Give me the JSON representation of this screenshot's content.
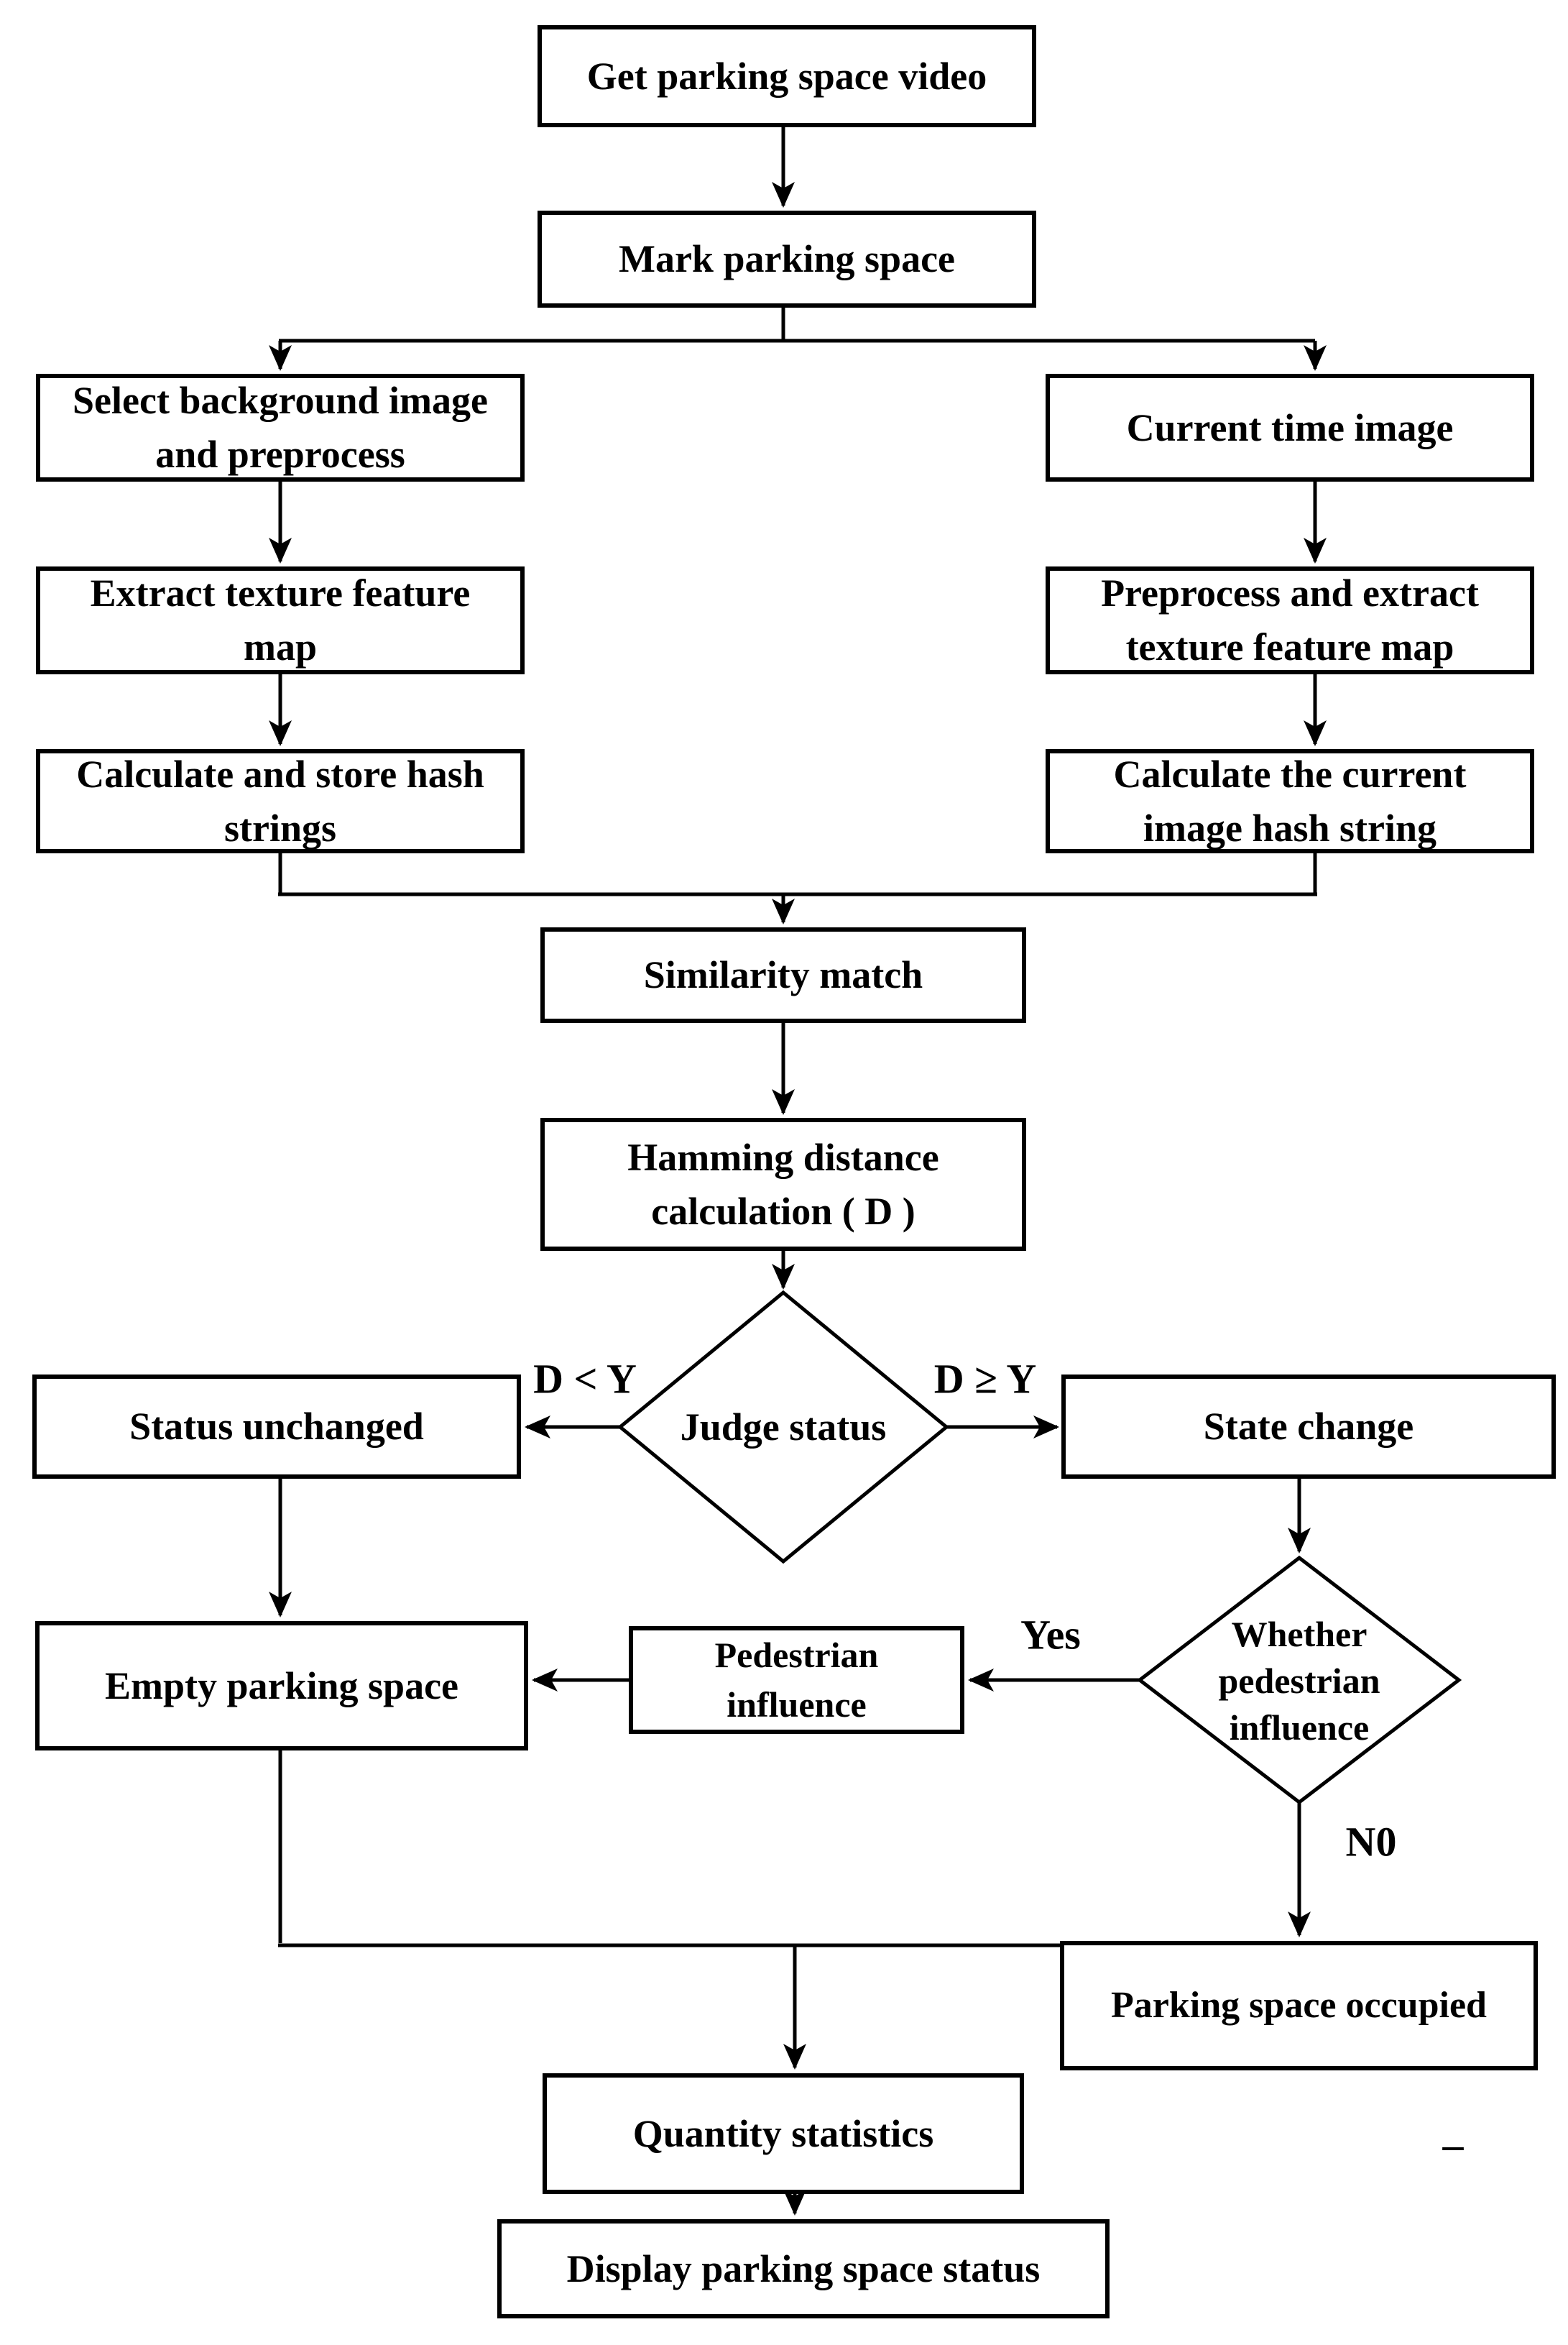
{
  "figure": {
    "background": "#ffffff",
    "line_color": "#000000",
    "node_fill": "#ffffff",
    "nodes": {
      "get_video": {
        "label": "Get parking space video"
      },
      "mark_space": {
        "label": "Mark parking space"
      },
      "select_bg": {
        "label": "Select background image and preprocess"
      },
      "current_img": {
        "label": "Current time image"
      },
      "extract_map": {
        "label": "Extract texture feature map"
      },
      "preprocess_extract": {
        "label": "Preprocess and extract texture feature map"
      },
      "calc_store": {
        "label": "Calculate and store hash strings"
      },
      "calc_current": {
        "label": "Calculate the current image hash string"
      },
      "similarity": {
        "label": "Similarity match"
      },
      "hamming": {
        "label": "Hamming distance calculation ( D )"
      },
      "judge_status": {
        "label": "Judge status"
      },
      "status_unchanged": {
        "label": "Status unchanged"
      },
      "state_change": {
        "label": "State change"
      },
      "whether_pedestrian": {
        "label": "Whether pedestrian influence"
      },
      "pedestrian_influence": {
        "label": "Pedestrian influence"
      },
      "empty_space": {
        "label": "Empty parking space"
      },
      "occupied": {
        "label": "Parking space occupied"
      },
      "quantity": {
        "label": "Quantity statistics"
      },
      "display_status": {
        "label": "Display  parking space status"
      }
    },
    "edge_labels": {
      "d_less": "D < Y",
      "d_geq": "D ≥ Y",
      "yes": "Yes",
      "no": "N0"
    },
    "stray_mark": "–"
  }
}
